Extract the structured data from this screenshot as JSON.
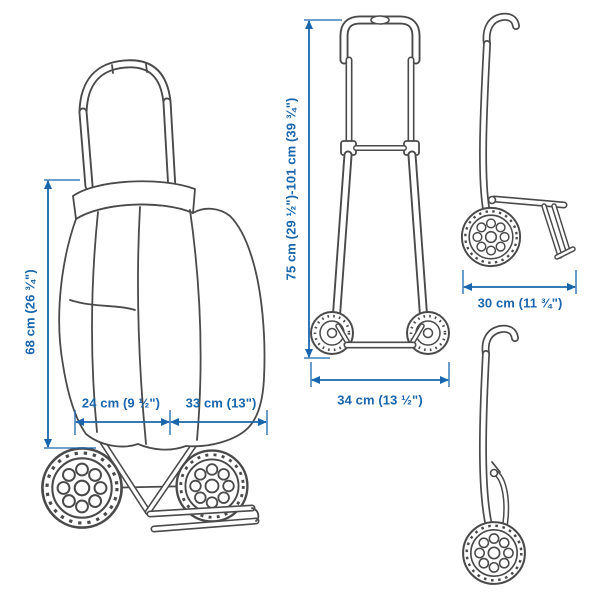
{
  "diagram": {
    "labels": {
      "bag_height": "68 cm (26 ¾\")",
      "front_depth": "24 cm (9 ½\")",
      "rear_depth": "33 cm (13\")",
      "frame_height_range": "75 cm (29 ½\")-101 cm (39 ¾\")",
      "frame_width": "34 cm (13 ½\")",
      "folded_depth": "30 cm (11 ¾\")"
    },
    "colors": {
      "dimension_blue": "#1a66ad",
      "line_art_gray": "#4a4a4a",
      "background": "#ffffff"
    }
  }
}
